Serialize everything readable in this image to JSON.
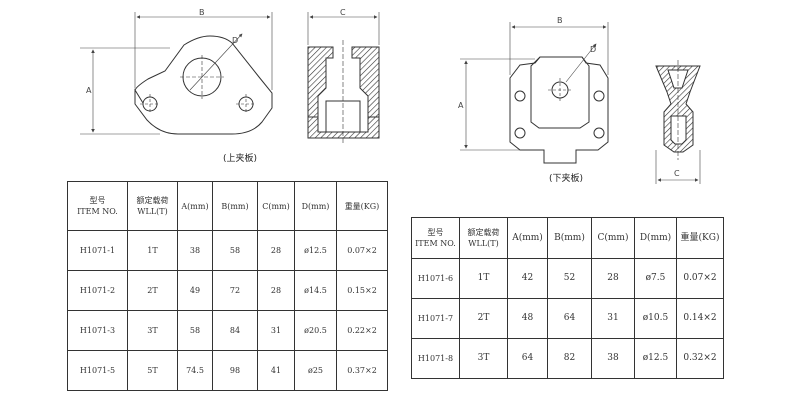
{
  "dimensions": {
    "A": "A",
    "B": "B",
    "C": "C",
    "D": "D"
  },
  "captions": {
    "upper": "(上夹板)",
    "lower": "(下夹板)"
  },
  "table_headers": {
    "model_cn": "型号",
    "model_en": "ITEM NO.",
    "load_cn": "额定载荷",
    "load_en": "WLL(T)",
    "a": "A(mm)",
    "b": "B(mm)",
    "c": "C(mm)",
    "d": "D(mm)",
    "weight": "重量(KG)"
  },
  "upper_table": [
    {
      "item": "H1071-1",
      "wll": "1T",
      "a": "38",
      "b": "58",
      "c": "28",
      "d": "ø12.5",
      "weight": "0.07×2"
    },
    {
      "item": "H1071-2",
      "wll": "2T",
      "a": "49",
      "b": "72",
      "c": "28",
      "d": "ø14.5",
      "weight": "0.15×2"
    },
    {
      "item": "H1071-3",
      "wll": "3T",
      "a": "58",
      "b": "84",
      "c": "31",
      "d": "ø20.5",
      "weight": "0.22×2"
    },
    {
      "item": "H1071-5",
      "wll": "5T",
      "a": "74.5",
      "b": "98",
      "c": "41",
      "d": "ø25",
      "weight": "0.37×2"
    }
  ],
  "lower_table": [
    {
      "item": "H1071-6",
      "wll": "1T",
      "a": "42",
      "b": "52",
      "c": "28",
      "d": "ø7.5",
      "weight": "0.07×2"
    },
    {
      "item": "H1071-7",
      "wll": "2T",
      "a": "48",
      "b": "64",
      "c": "31",
      "d": "ø10.5",
      "weight": "0.14×2"
    },
    {
      "item": "H1071-8",
      "wll": "3T",
      "a": "64",
      "b": "82",
      "c": "38",
      "d": "ø12.5",
      "weight": "0.32×2"
    }
  ]
}
